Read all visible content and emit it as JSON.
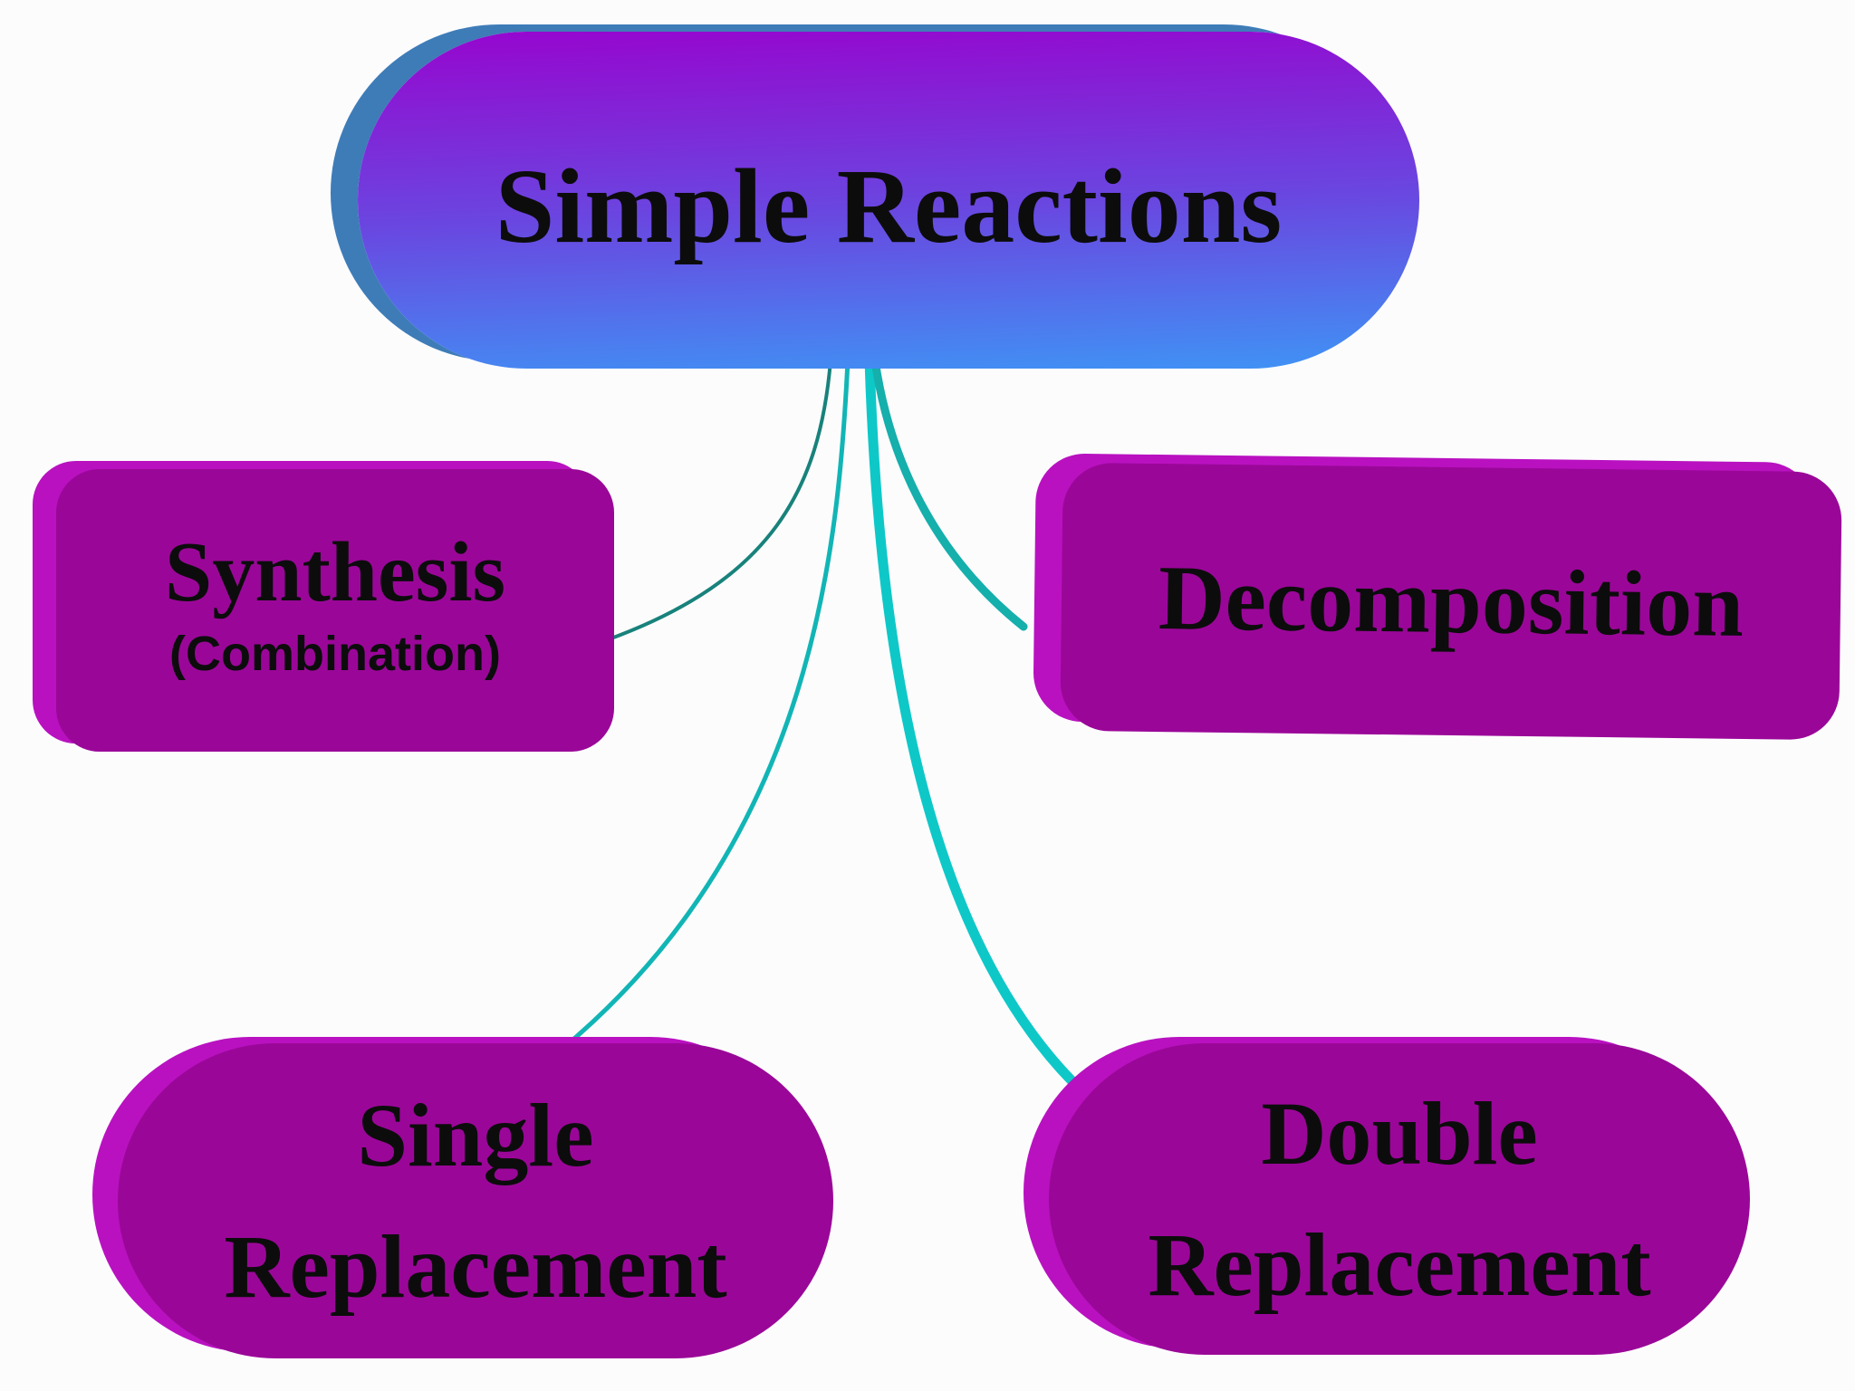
{
  "diagram": {
    "root": {
      "label": "Simple Reactions"
    },
    "children": [
      {
        "id": "synthesis",
        "label": "Synthesis",
        "sublabel": "(Combination)"
      },
      {
        "id": "decomposition",
        "label": "Decomposition"
      },
      {
        "id": "single-replacement",
        "line1": "Single",
        "line2": "Replacement"
      },
      {
        "id": "double-replacement",
        "line1": "Double",
        "line2": "Replacement"
      }
    ],
    "colors": {
      "background": "#fcfcfd",
      "text": "#0c0c0c",
      "node_fill": "#9A0798",
      "node_edge": "#B911C0",
      "root_gradient": [
        "#9508CF",
        "#6A46E0",
        "#3F93F5"
      ],
      "root_edge": "#3E7CB8",
      "connector_teal_dark": "#18827B",
      "connector_teal": "#12B5B5",
      "connector_cyan_bright": "#0EC8C8",
      "connector_cyan": "#15AFAC"
    }
  }
}
